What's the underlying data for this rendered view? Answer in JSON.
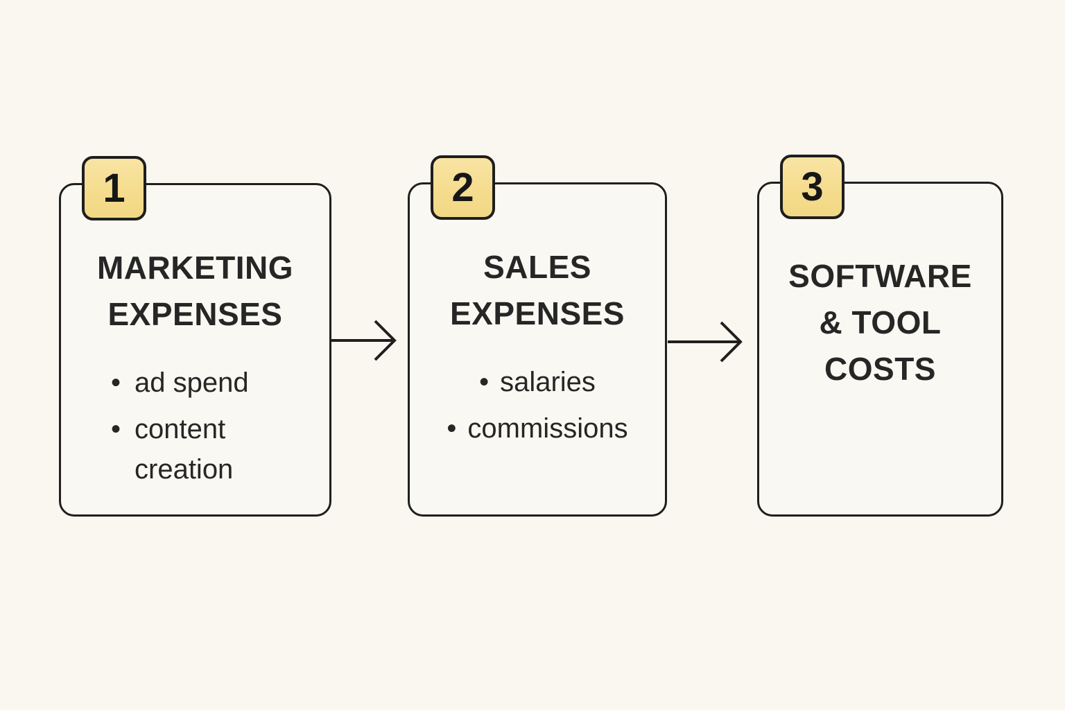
{
  "diagram": {
    "bullet_char": "•",
    "colors": {
      "background": "#FAF7F0",
      "card_fill": "#F9F8F2",
      "outline": "#1F1F1F",
      "badge_yellow": "#F5DC8E",
      "text": "#262626"
    },
    "steps": [
      {
        "number": "1",
        "title_lines": [
          "MARKETING",
          "EXPENSES"
        ],
        "bullets": [
          "ad spend",
          "content creation"
        ]
      },
      {
        "number": "2",
        "title_lines": [
          "SALES",
          "EXPENSES"
        ],
        "bullets": [
          "salaries",
          "commissions"
        ]
      },
      {
        "number": "3",
        "title_lines": [
          "SOFTWARE",
          "& TOOL",
          "COSTS"
        ],
        "bullets": []
      }
    ]
  }
}
